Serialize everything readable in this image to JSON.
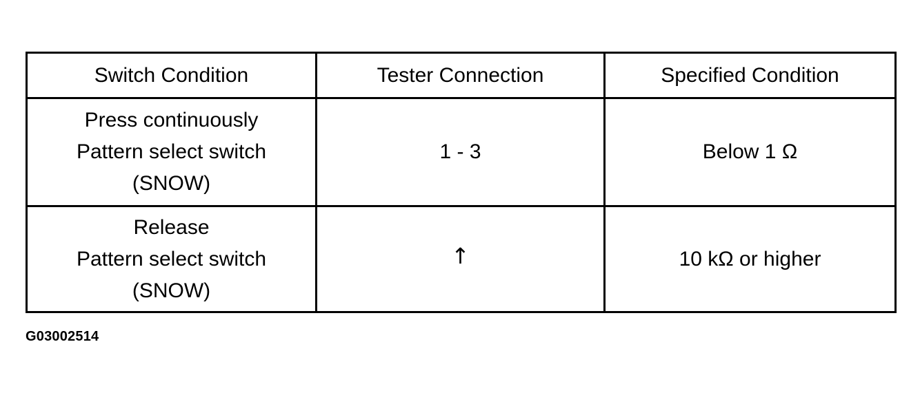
{
  "table": {
    "headers": [
      "Switch Condition",
      "Tester Connection",
      "Specified Condition"
    ],
    "rows": [
      {
        "switch_condition": [
          "Press continuously",
          "Pattern select switch",
          "(SNOW)"
        ],
        "tester_connection": "1 - 3",
        "specified_condition": "Below 1 Ω"
      },
      {
        "switch_condition": [
          "Release",
          "Pattern select switch",
          "(SNOW)"
        ],
        "tester_connection": "↑",
        "specified_condition": "10 kΩ or higher"
      }
    ]
  },
  "figure_id": "G03002514"
}
